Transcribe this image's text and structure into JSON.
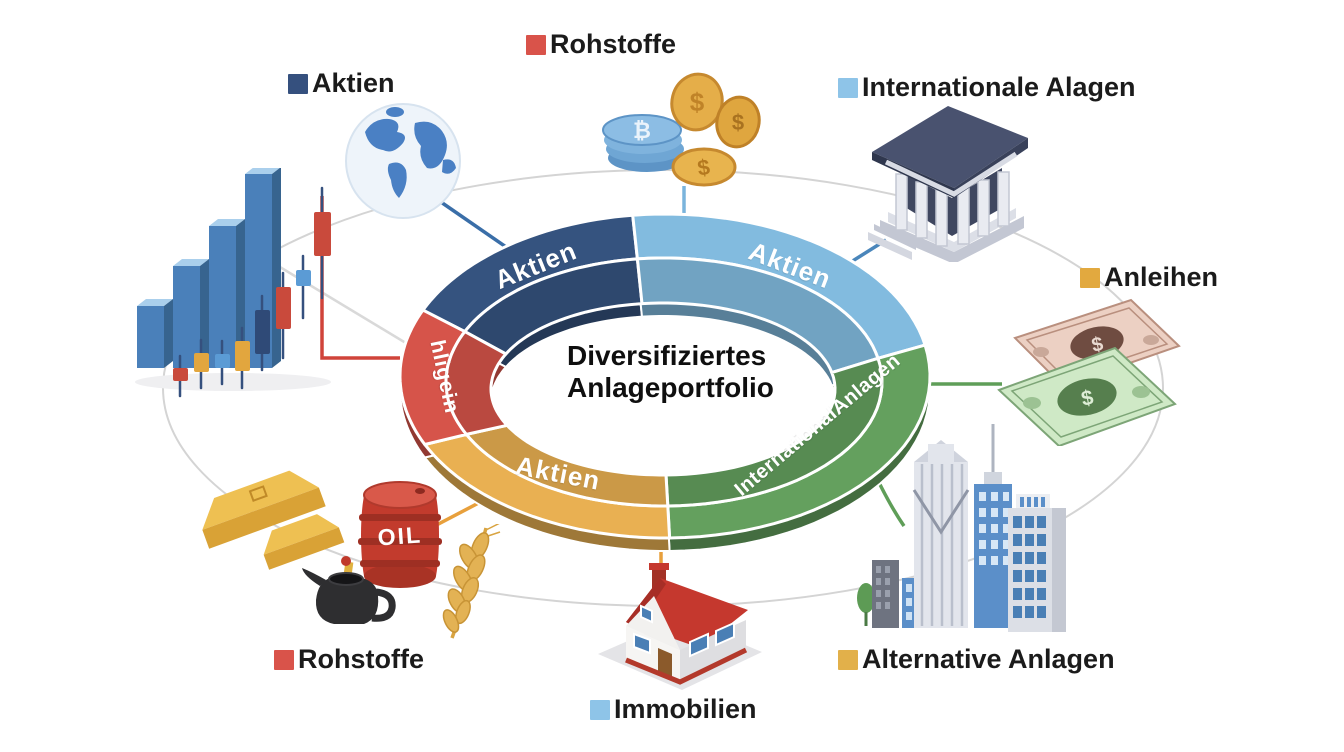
{
  "center_title": {
    "line1": "Diversifiziertes",
    "line2": "Anlageportfolio"
  },
  "chart_data": {
    "type": "pie",
    "subtype": "donut",
    "title": "Diversifiziertes Anlageportfolio",
    "legend_position": "around",
    "segments": [
      {
        "label": "Aktien",
        "color": "#35537f",
        "t0": 204,
        "t1": 263
      },
      {
        "label": "Aktien",
        "color": "#82bbdf",
        "t0": 263,
        "t1": 349
      },
      {
        "label": "InternationalAnlagen",
        "color": "#64a05e",
        "t0": 349,
        "t1": 449
      },
      {
        "label": "Aktien",
        "color": "#e9b052",
        "t0": 449,
        "t1": 515
      },
      {
        "label": "hligein",
        "color": "#d6544a",
        "t0": 515,
        "t1": 564
      }
    ]
  },
  "legend": {
    "items": [
      {
        "label": "Aktien",
        "color": "#35507e"
      },
      {
        "label": "Rohstoffe",
        "color": "#d9534a"
      },
      {
        "label": "Internationale Alagen",
        "color": "#8ec4e8"
      },
      {
        "label": "Anleihen",
        "color": "#e2a93f"
      },
      {
        "label": "Alternative Anlagen",
        "color": "#e2b04a"
      },
      {
        "label": "Immobilien",
        "color": "#8ec4e8"
      },
      {
        "label": "Rohstoffe",
        "color": "#d9534a"
      }
    ]
  },
  "icons": {
    "oil_label": "OIL",
    "dollar_symbol": "$",
    "bitcoin_symbol": "₿"
  }
}
